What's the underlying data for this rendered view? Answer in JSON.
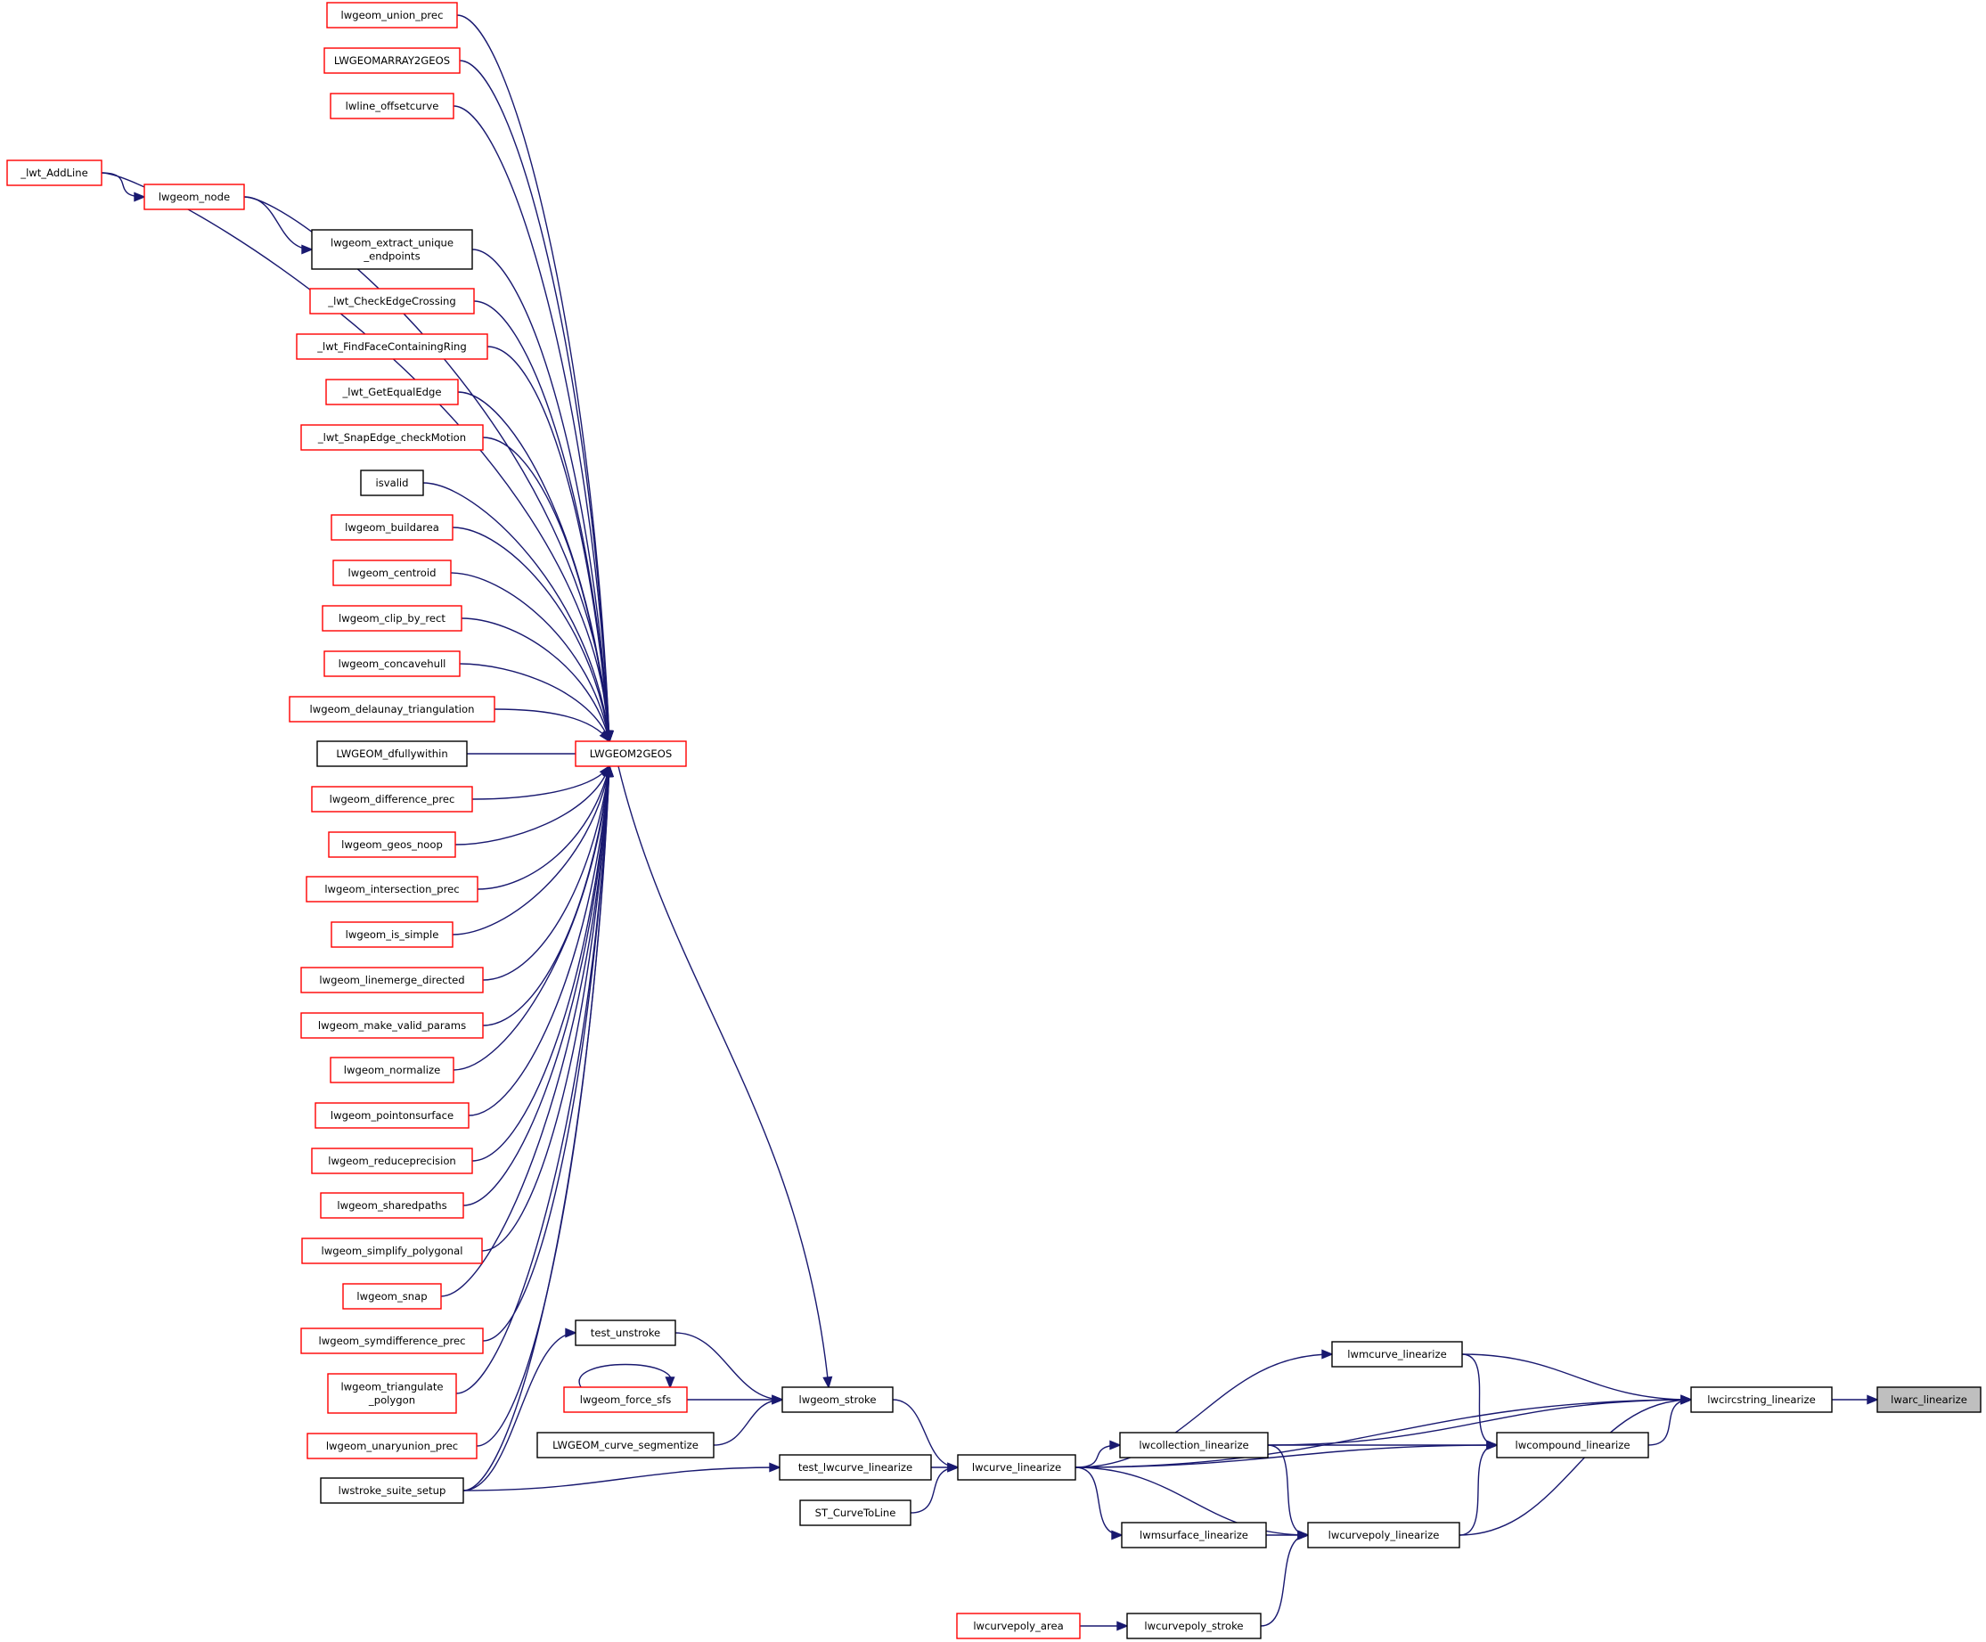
{
  "graph": {
    "nodes": [
      {
        "id": "lwarc_linearize",
        "lines": [
          "lwarc_linearize"
        ],
        "style": "gray"
      },
      {
        "id": "lwcircstring_linearize",
        "lines": [
          "lwcircstring_linearize"
        ],
        "style": "black"
      },
      {
        "id": "lwcompound_linearize",
        "lines": [
          "lwcompound_linearize"
        ],
        "style": "black"
      },
      {
        "id": "lwmcurve_linearize",
        "lines": [
          "lwmcurve_linearize"
        ],
        "style": "black"
      },
      {
        "id": "lwcollection_linearize",
        "lines": [
          "lwcollection_linearize"
        ],
        "style": "black"
      },
      {
        "id": "lwcurvepoly_linearize",
        "lines": [
          "lwcurvepoly_linearize"
        ],
        "style": "black"
      },
      {
        "id": "lwmsurface_linearize",
        "lines": [
          "lwmsurface_linearize"
        ],
        "style": "black"
      },
      {
        "id": "lwcurvepoly_stroke",
        "lines": [
          "lwcurvepoly_stroke"
        ],
        "style": "black"
      },
      {
        "id": "lwcurvepoly_area",
        "lines": [
          "lwcurvepoly_area"
        ],
        "style": "red"
      },
      {
        "id": "lwcurve_linearize",
        "lines": [
          "lwcurve_linearize"
        ],
        "style": "black"
      },
      {
        "id": "test_lwcurve_linearize",
        "lines": [
          "test_lwcurve_linearize"
        ],
        "style": "black"
      },
      {
        "id": "ST_CurveToLine",
        "lines": [
          "ST_CurveToLine"
        ],
        "style": "black"
      },
      {
        "id": "lwgeom_stroke",
        "lines": [
          "lwgeom_stroke"
        ],
        "style": "black"
      },
      {
        "id": "test_unstroke",
        "lines": [
          "test_unstroke"
        ],
        "style": "black"
      },
      {
        "id": "lwgeom_force_sfs",
        "lines": [
          "lwgeom_force_sfs"
        ],
        "style": "red"
      },
      {
        "id": "LWGEOM_curve_segmentize",
        "lines": [
          "LWGEOM_curve_segmentize"
        ],
        "style": "black"
      },
      {
        "id": "lwstroke_suite_setup",
        "lines": [
          "lwstroke_suite_setup"
        ],
        "style": "black"
      },
      {
        "id": "LWGEOM2GEOS",
        "lines": [
          "LWGEOM2GEOS"
        ],
        "style": "red"
      },
      {
        "id": "lwgeom_union_prec",
        "lines": [
          "lwgeom_union_prec"
        ],
        "style": "red"
      },
      {
        "id": "LWGEOMARRAY2GEOS",
        "lines": [
          "LWGEOMARRAY2GEOS"
        ],
        "style": "red"
      },
      {
        "id": "lwline_offsetcurve",
        "lines": [
          "lwline_offsetcurve"
        ],
        "style": "red"
      },
      {
        "id": "_lwt_AddLine",
        "lines": [
          "_lwt_AddLine"
        ],
        "style": "red"
      },
      {
        "id": "lwgeom_node",
        "lines": [
          "lwgeom_node"
        ],
        "style": "red"
      },
      {
        "id": "lwgeom_extract_unique_endpoints",
        "lines": [
          "lwgeom_extract_unique",
          "_endpoints"
        ],
        "style": "black"
      },
      {
        "id": "_lwt_CheckEdgeCrossing",
        "lines": [
          "_lwt_CheckEdgeCrossing"
        ],
        "style": "red"
      },
      {
        "id": "_lwt_FindFaceContainingRing",
        "lines": [
          "_lwt_FindFaceContainingRing"
        ],
        "style": "red"
      },
      {
        "id": "_lwt_GetEqualEdge",
        "lines": [
          "_lwt_GetEqualEdge"
        ],
        "style": "red"
      },
      {
        "id": "_lwt_SnapEdge_checkMotion",
        "lines": [
          "_lwt_SnapEdge_checkMotion"
        ],
        "style": "red"
      },
      {
        "id": "isvalid",
        "lines": [
          "isvalid"
        ],
        "style": "black"
      },
      {
        "id": "lwgeom_buildarea",
        "lines": [
          "lwgeom_buildarea"
        ],
        "style": "red"
      },
      {
        "id": "lwgeom_centroid",
        "lines": [
          "lwgeom_centroid"
        ],
        "style": "red"
      },
      {
        "id": "lwgeom_clip_by_rect",
        "lines": [
          "lwgeom_clip_by_rect"
        ],
        "style": "red"
      },
      {
        "id": "lwgeom_concavehull",
        "lines": [
          "lwgeom_concavehull"
        ],
        "style": "red"
      },
      {
        "id": "lwgeom_delaunay_triangulation",
        "lines": [
          "lwgeom_delaunay_triangulation"
        ],
        "style": "red"
      },
      {
        "id": "LWGEOM_dfullywithin",
        "lines": [
          "LWGEOM_dfullywithin"
        ],
        "style": "black"
      },
      {
        "id": "lwgeom_difference_prec",
        "lines": [
          "lwgeom_difference_prec"
        ],
        "style": "red"
      },
      {
        "id": "lwgeom_geos_noop",
        "lines": [
          "lwgeom_geos_noop"
        ],
        "style": "red"
      },
      {
        "id": "lwgeom_intersection_prec",
        "lines": [
          "lwgeom_intersection_prec"
        ],
        "style": "red"
      },
      {
        "id": "lwgeom_is_simple",
        "lines": [
          "lwgeom_is_simple"
        ],
        "style": "red"
      },
      {
        "id": "lwgeom_linemerge_directed",
        "lines": [
          "lwgeom_linemerge_directed"
        ],
        "style": "red"
      },
      {
        "id": "lwgeom_make_valid_params",
        "lines": [
          "lwgeom_make_valid_params"
        ],
        "style": "red"
      },
      {
        "id": "lwgeom_normalize",
        "lines": [
          "lwgeom_normalize"
        ],
        "style": "red"
      },
      {
        "id": "lwgeom_pointonsurface",
        "lines": [
          "lwgeom_pointonsurface"
        ],
        "style": "red"
      },
      {
        "id": "lwgeom_reduceprecision",
        "lines": [
          "lwgeom_reduceprecision"
        ],
        "style": "red"
      },
      {
        "id": "lwgeom_sharedpaths",
        "lines": [
          "lwgeom_sharedpaths"
        ],
        "style": "red"
      },
      {
        "id": "lwgeom_simplify_polygonal",
        "lines": [
          "lwgeom_simplify_polygonal"
        ],
        "style": "red"
      },
      {
        "id": "lwgeom_snap",
        "lines": [
          "lwgeom_snap"
        ],
        "style": "red"
      },
      {
        "id": "lwgeom_symdifference_prec",
        "lines": [
          "lwgeom_symdifference_prec"
        ],
        "style": "red"
      },
      {
        "id": "lwgeom_triangulate_polygon",
        "lines": [
          "lwgeom_triangulate",
          "_polygon"
        ],
        "style": "red"
      },
      {
        "id": "lwgeom_unaryunion_prec",
        "lines": [
          "lwgeom_unaryunion_prec"
        ],
        "style": "red"
      }
    ],
    "edges": [
      {
        "from": "lwcircstring_linearize",
        "to": "lwarc_linearize"
      },
      {
        "from": "lwcompound_linearize",
        "to": "lwcircstring_linearize"
      },
      {
        "from": "lwmcurve_linearize",
        "to": "lwcircstring_linearize"
      },
      {
        "from": "lwcollection_linearize",
        "to": "lwcircstring_linearize"
      },
      {
        "from": "lwcurvepoly_linearize",
        "to": "lwcircstring_linearize"
      },
      {
        "from": "lwcurve_linearize",
        "to": "lwcircstring_linearize"
      },
      {
        "from": "lwmcurve_linearize",
        "to": "lwcompound_linearize"
      },
      {
        "from": "lwcollection_linearize",
        "to": "lwcompound_linearize"
      },
      {
        "from": "lwcurvepoly_linearize",
        "to": "lwcompound_linearize"
      },
      {
        "from": "lwcurve_linearize",
        "to": "lwcompound_linearize"
      },
      {
        "from": "lwcurve_linearize",
        "to": "lwmcurve_linearize"
      },
      {
        "from": "lwcurve_linearize",
        "to": "lwcollection_linearize"
      },
      {
        "from": "lwcollection_linearize",
        "to": "lwcurvepoly_linearize"
      },
      {
        "from": "lwmsurface_linearize",
        "to": "lwcurvepoly_linearize"
      },
      {
        "from": "lwcurvepoly_stroke",
        "to": "lwcurvepoly_linearize"
      },
      {
        "from": "lwcurve_linearize",
        "to": "lwcurvepoly_linearize"
      },
      {
        "from": "lwcurve_linearize",
        "to": "lwmsurface_linearize"
      },
      {
        "from": "lwcurvepoly_area",
        "to": "lwcurvepoly_stroke"
      },
      {
        "from": "lwgeom_stroke",
        "to": "lwcurve_linearize"
      },
      {
        "from": "test_lwcurve_linearize",
        "to": "lwcurve_linearize"
      },
      {
        "from": "ST_CurveToLine",
        "to": "lwcurve_linearize"
      },
      {
        "from": "lwstroke_suite_setup",
        "to": "test_lwcurve_linearize"
      },
      {
        "from": "LWGEOM2GEOS",
        "to": "lwgeom_stroke"
      },
      {
        "from": "test_unstroke",
        "to": "lwgeom_stroke"
      },
      {
        "from": "lwgeom_force_sfs",
        "to": "lwgeom_stroke"
      },
      {
        "from": "LWGEOM_curve_segmentize",
        "to": "lwgeom_stroke"
      },
      {
        "from": "lwgeom_force_sfs",
        "to": "lwgeom_force_sfs"
      },
      {
        "from": "lwstroke_suite_setup",
        "to": "test_unstroke"
      },
      {
        "from": "lwgeom_union_prec",
        "to": "LWGEOM2GEOS"
      },
      {
        "from": "LWGEOMARRAY2GEOS",
        "to": "LWGEOM2GEOS"
      },
      {
        "from": "lwline_offsetcurve",
        "to": "LWGEOM2GEOS"
      },
      {
        "from": "_lwt_AddLine",
        "to": "LWGEOM2GEOS"
      },
      {
        "from": "lwgeom_node",
        "to": "LWGEOM2GEOS"
      },
      {
        "from": "lwgeom_extract_unique_endpoints",
        "to": "LWGEOM2GEOS"
      },
      {
        "from": "_lwt_CheckEdgeCrossing",
        "to": "LWGEOM2GEOS"
      },
      {
        "from": "_lwt_FindFaceContainingRing",
        "to": "LWGEOM2GEOS"
      },
      {
        "from": "_lwt_GetEqualEdge",
        "to": "LWGEOM2GEOS"
      },
      {
        "from": "_lwt_SnapEdge_checkMotion",
        "to": "LWGEOM2GEOS"
      },
      {
        "from": "isvalid",
        "to": "LWGEOM2GEOS"
      },
      {
        "from": "lwgeom_buildarea",
        "to": "LWGEOM2GEOS"
      },
      {
        "from": "lwgeom_centroid",
        "to": "LWGEOM2GEOS"
      },
      {
        "from": "lwgeom_clip_by_rect",
        "to": "LWGEOM2GEOS"
      },
      {
        "from": "lwgeom_concavehull",
        "to": "LWGEOM2GEOS"
      },
      {
        "from": "lwgeom_delaunay_triangulation",
        "to": "LWGEOM2GEOS"
      },
      {
        "from": "LWGEOM_dfullywithin",
        "to": "LWGEOM2GEOS"
      },
      {
        "from": "lwgeom_difference_prec",
        "to": "LWGEOM2GEOS"
      },
      {
        "from": "lwgeom_geos_noop",
        "to": "LWGEOM2GEOS"
      },
      {
        "from": "lwgeom_intersection_prec",
        "to": "LWGEOM2GEOS"
      },
      {
        "from": "lwgeom_is_simple",
        "to": "LWGEOM2GEOS"
      },
      {
        "from": "lwgeom_linemerge_directed",
        "to": "LWGEOM2GEOS"
      },
      {
        "from": "lwgeom_make_valid_params",
        "to": "LWGEOM2GEOS"
      },
      {
        "from": "lwgeom_normalize",
        "to": "LWGEOM2GEOS"
      },
      {
        "from": "lwgeom_pointonsurface",
        "to": "LWGEOM2GEOS"
      },
      {
        "from": "lwgeom_reduceprecision",
        "to": "LWGEOM2GEOS"
      },
      {
        "from": "lwgeom_sharedpaths",
        "to": "LWGEOM2GEOS"
      },
      {
        "from": "lwgeom_simplify_polygonal",
        "to": "LWGEOM2GEOS"
      },
      {
        "from": "lwgeom_snap",
        "to": "LWGEOM2GEOS"
      },
      {
        "from": "lwgeom_symdifference_prec",
        "to": "LWGEOM2GEOS"
      },
      {
        "from": "lwgeom_triangulate_polygon",
        "to": "LWGEOM2GEOS"
      },
      {
        "from": "lwgeom_unaryunion_prec",
        "to": "LWGEOM2GEOS"
      },
      {
        "from": "lwstroke_suite_setup",
        "to": "LWGEOM2GEOS"
      },
      {
        "from": "_lwt_AddLine",
        "to": "lwgeom_node"
      },
      {
        "from": "lwgeom_node",
        "to": "lwgeom_extract_unique_endpoints"
      }
    ]
  }
}
